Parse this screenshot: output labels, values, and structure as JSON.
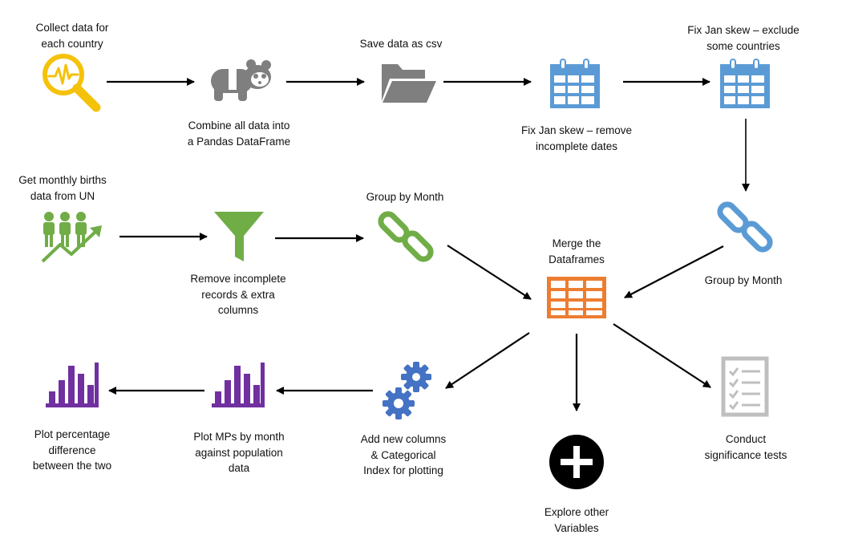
{
  "colors": {
    "yellow": "#F5C20A",
    "gray": "#7F7F7F",
    "blue": "#5B9BD5",
    "green": "#70AD47",
    "orange": "#ED7D31",
    "purple": "#7030A0",
    "black": "#000000",
    "lightgray": "#BFBFBF"
  },
  "nodes": {
    "collect": {
      "label": "Collect data for\neach country",
      "icon": "magnifier-pulse-icon"
    },
    "combine": {
      "label": "Combine all data into\na Pandas DataFrame",
      "icon": "panda-icon"
    },
    "save_csv": {
      "label": "Save data as csv",
      "icon": "folder-icon"
    },
    "fix_remove": {
      "label": "Fix Jan skew – remove\nincomplete dates",
      "icon": "calendar-icon"
    },
    "fix_exclude": {
      "label": "Fix Jan skew – exclude\nsome countries",
      "icon": "calendar-icon"
    },
    "births": {
      "label": "Get monthly births\ndata from UN",
      "icon": "population-growth-icon"
    },
    "remove_incomplete": {
      "label": "Remove incomplete\nrecords & extra\ncolumns",
      "icon": "funnel-icon"
    },
    "group_left": {
      "label": "Group by Month",
      "icon": "chain-link-icon"
    },
    "group_right": {
      "label": "Group by Month",
      "icon": "chain-link-icon"
    },
    "merge": {
      "label": "Merge the\nDataframes",
      "icon": "table-icon"
    },
    "add_columns": {
      "label": "Add new columns\n& Categorical\nIndex for plotting",
      "icon": "gears-icon"
    },
    "plot_mps": {
      "label": "Plot MPs by month\nagainst population\ndata",
      "icon": "bar-chart-icon"
    },
    "plot_pct": {
      "label": "Plot percentage\ndifference\nbetween the two",
      "icon": "bar-chart-icon"
    },
    "explore": {
      "label": "Explore other\nVariables",
      "icon": "plus-circle-icon"
    },
    "significance": {
      "label": "Conduct\nsignificance tests",
      "icon": "checklist-icon"
    }
  }
}
